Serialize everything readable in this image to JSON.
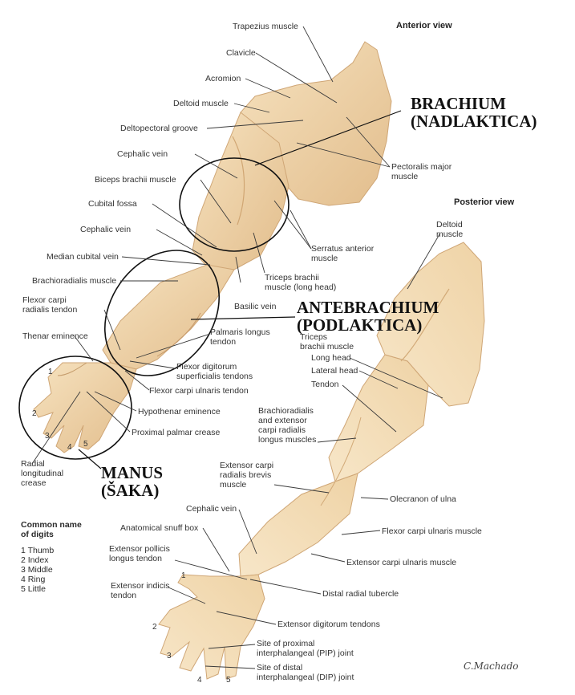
{
  "views": {
    "anterior": "Anterior view",
    "posterior": "Posterior view"
  },
  "regions": {
    "brachium": [
      "BRACHIUM",
      "(NADLAKTICA)"
    ],
    "antebrachium": [
      "ANTEBRACHIUM",
      "(PODLAKTICA)"
    ],
    "manus": [
      "MANUS",
      "(ŠAKA)"
    ]
  },
  "labels": {
    "trapezius": "Trapezius muscle",
    "clavicle": "Clavicle",
    "acromion": "Acromion",
    "deltoid": "Deltoid muscle",
    "deltopectoral": "Deltopectoral groove",
    "cephalic_upper": "Cephalic vein",
    "biceps": "Biceps brachii muscle",
    "cubital_fossa": "Cubital fossa",
    "cephalic_lower": "Cephalic vein",
    "median_cubital": "Median cubital vein",
    "brachioradialis": "Brachioradialis muscle",
    "fcr": [
      "Flexor carpi",
      "radialis tendon"
    ],
    "thenar": "Thenar eminence",
    "pectoralis": [
      "Pectoralis major",
      "muscle"
    ],
    "serratus": [
      "Serratus anterior",
      "muscle"
    ],
    "triceps_long_ant": [
      "Triceps brachii",
      "muscle (long head)"
    ],
    "basilic": "Basilic vein",
    "palmaris": [
      "Palmaris longus",
      "tendon"
    ],
    "fds": [
      "Flexor digitorum",
      "superficialis tendons"
    ],
    "fcu_tendon": "Flexor carpi ulnaris tendon",
    "hypothenar": "Hypothenar eminence",
    "proximal_palmar": "Proximal palmar crease",
    "radial_long": [
      "Radial",
      "longitudinal",
      "crease"
    ],
    "deltoid_post": [
      "Deltoid",
      "muscle"
    ],
    "triceps_post": [
      "Triceps",
      "brachii muscle"
    ],
    "long_head": "Long head",
    "lateral_head": "Lateral head",
    "tendon": "Tendon",
    "brachio_ecrl": [
      "Brachioradialis",
      "and extensor",
      "carpi radialis",
      "longus muscles"
    ],
    "ecrb": [
      "Extensor carpi",
      "radialis brevis",
      "muscle"
    ],
    "olecranon": "Olecranon of ulna",
    "cephalic_post": "Cephalic vein",
    "snuff_box": "Anatomical snuff box",
    "fcu_muscle": "Flexor carpi ulnaris muscle",
    "epl": [
      "Extensor pollicis",
      "longus tendon"
    ],
    "ecu": "Extensor carpi ulnaris muscle",
    "eip": [
      "Extensor indicis",
      "tendon"
    ],
    "distal_radial": "Distal radial tubercle",
    "edc": "Extensor digitorum tendons",
    "pip": [
      "Site of proximal",
      "interphalangeal (PIP) joint"
    ],
    "dip": [
      "Site of distal",
      "interphalangeal (DIP) joint"
    ]
  },
  "digits": {
    "heading": [
      "Common name",
      "of digits"
    ],
    "items": [
      "1 Thumb",
      "2 Index",
      "3 Middle",
      "4 Ring",
      "5 Little"
    ]
  },
  "finger_numbers": {
    "anterior": [
      "1",
      "2",
      "3",
      "4",
      "5"
    ],
    "posterior": [
      "1",
      "2",
      "3",
      "4",
      "5"
    ]
  },
  "signature": "C.Machado",
  "colors": {
    "skin": "#f2d7ad",
    "skin_shade": "#d9b285",
    "leader": "#3a3a3a",
    "circle": "#111111"
  }
}
